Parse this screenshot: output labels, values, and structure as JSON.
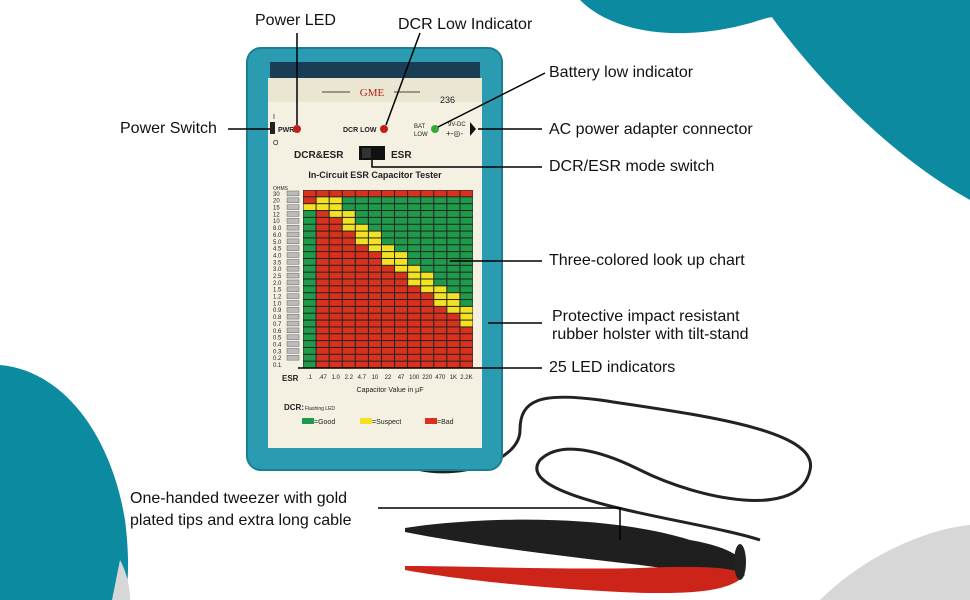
{
  "colors": {
    "teal": "#0b8aa0",
    "green": "#1e9a4a",
    "yellow": "#f2e224",
    "red": "#d8321e",
    "holster": "#2a9bb0",
    "faceplate": "#f4f1e2"
  },
  "callouts": {
    "power_led": "Power LED",
    "dcr_low": "DCR Low Indicator",
    "battery_low": "Battery low indicator",
    "power_switch": "Power Switch",
    "ac_adapter": "AC power adapter connector",
    "mode_switch": "DCR/ESR mode switch",
    "lookup_chart": "Three-colored look up chart",
    "holster_line1": "Protective impact resistant",
    "holster_line2": "rubber holster with tilt-stand",
    "led_indicators": "25 LED indicators",
    "tweezer_line1": "One-handed tweezer with gold",
    "tweezer_line2": "plated tips and extra long cable"
  },
  "device": {
    "brand": "GME",
    "model": "236",
    "pwr_label": "PWR",
    "switch_on": "I",
    "switch_off": "O",
    "dcr_low_label": "DCR LOW",
    "bat_low_label1": "BAT",
    "bat_low_label2": "LOW",
    "dc_label": "9V-DC",
    "mode_left": "DCR&ESR",
    "mode_right": "ESR",
    "subtitle": "In-Circuit ESR Capacitor Tester",
    "ohms_label": "OHMS",
    "esr_label": "ESR",
    "ohm_ticks": [
      "30",
      "20",
      "15",
      "12",
      "10",
      "8.0",
      "6.0",
      "5.0",
      "4.5",
      "4.0",
      "3.5",
      "3.0",
      "2.5",
      "2.0",
      "1.5",
      "1.2",
      "1.0",
      "0.9",
      "0.8",
      "0.7",
      "0.6",
      "0.5",
      "0.4",
      "0.3",
      "0.2",
      "0.1"
    ],
    "cap_ticks": [
      ".1",
      ".47",
      "1.0",
      "2.2",
      "4.7",
      "10",
      "22",
      "47",
      "100",
      "220",
      "470",
      "1K",
      "2.2K"
    ],
    "cap_axis_label": "Capacitor Value in µF",
    "dcr_note_prefix": "DCR:",
    "dcr_note": "Flashing LED",
    "legend_good": "=Good",
    "legend_suspect": "=Suspect",
    "legend_bad": "=Bad"
  }
}
